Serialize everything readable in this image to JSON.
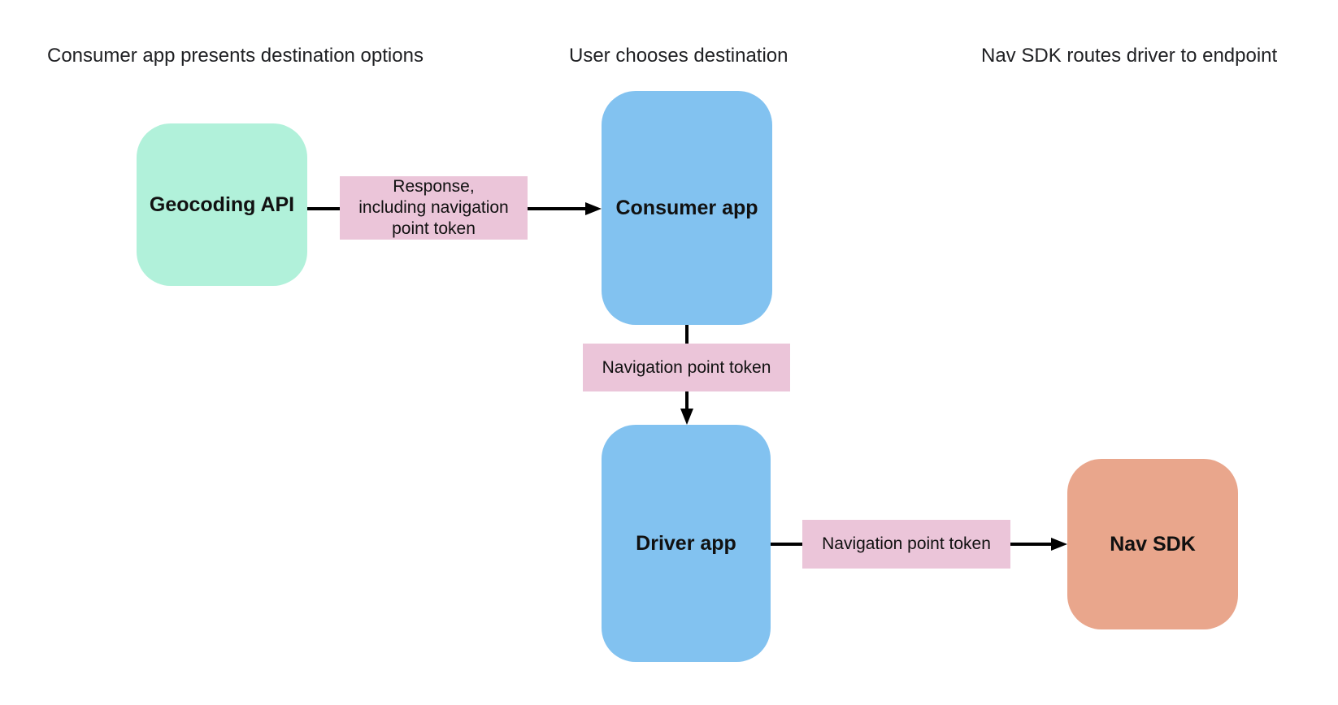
{
  "diagram": {
    "stage_headings": [
      {
        "text": "Consumer app presents destination options"
      },
      {
        "text": "User chooses destination"
      },
      {
        "text": "Nav SDK routes driver to endpoint"
      }
    ],
    "nodes": [
      {
        "id": "geocoding-api",
        "label": "Geocoding API",
        "fill": "#b1f1da"
      },
      {
        "id": "consumer-app",
        "label": "Consumer app",
        "fill": "#82c2f0"
      },
      {
        "id": "driver-app",
        "label": "Driver app",
        "fill": "#82c2f0"
      },
      {
        "id": "nav-sdk",
        "label": "Nav SDK",
        "fill": "#e9a68c"
      }
    ],
    "edges": [
      {
        "from": "geocoding-api",
        "to": "consumer-app",
        "direction": "right",
        "label": "Response, including navigation point token",
        "label_fill": "#ebc5d9"
      },
      {
        "from": "consumer-app",
        "to": "driver-app",
        "direction": "down",
        "label": "Navigation point token",
        "label_fill": "#ebc5d9"
      },
      {
        "from": "driver-app",
        "to": "nav-sdk",
        "direction": "right",
        "label": "Navigation point token",
        "label_fill": "#ebc5d9"
      }
    ],
    "colors": {
      "background": "#ffffff",
      "arrow": "#000000",
      "node_text": "#111111",
      "heading_text": "#202124"
    }
  }
}
